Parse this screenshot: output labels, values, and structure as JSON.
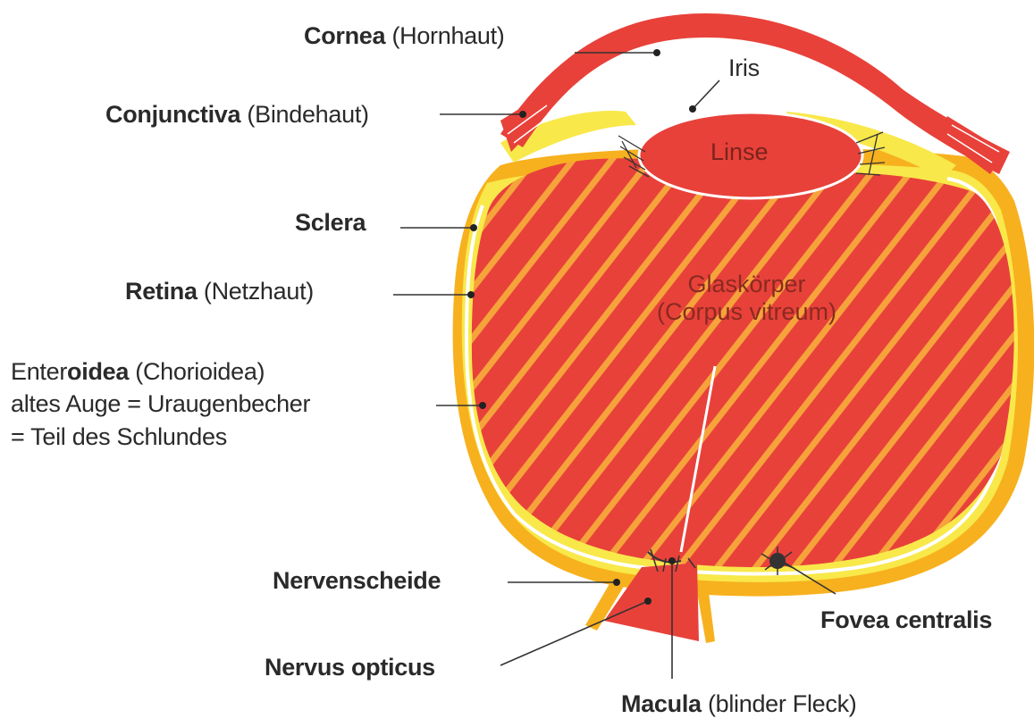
{
  "labels": {
    "cornea": {
      "main": "Cornea",
      "sub": "(Hornhaut)"
    },
    "iris": {
      "main": "Iris"
    },
    "conjunctiva": {
      "main": "Conjunctiva",
      "sub": "(Bindehaut)"
    },
    "sclera": {
      "main": "Sclera"
    },
    "retina": {
      "main": "Retina",
      "sub": "(Netzhaut)"
    },
    "enteroidea": {
      "main_a": "Enter",
      "main_b": "oidea",
      "sub": "(Chorioidea)",
      "line2": "altes Auge = Uraugenbecher",
      "line3": "= Teil des Schlundes"
    },
    "nervenscheide": {
      "main": "Nervenscheide"
    },
    "nervus_opticus": {
      "main": "Nervus opticus"
    },
    "macula": {
      "main": "Macula",
      "sub": "(blinder Fleck)"
    },
    "fovea": {
      "main": "Fovea centralis"
    },
    "linse": {
      "main": "Linse"
    },
    "glaskoerper": {
      "main": "Glaskörper",
      "sub": "(Corpus vitreum)"
    }
  },
  "colors": {
    "tissue_red": "#e8413a",
    "stripe_orange": "#f5a33a",
    "sclera_orange": "#f7b11e",
    "choroid_yellow": "#f8e84a",
    "text_dark": "#2a2a2a",
    "inner_text": "#8a2a20"
  }
}
